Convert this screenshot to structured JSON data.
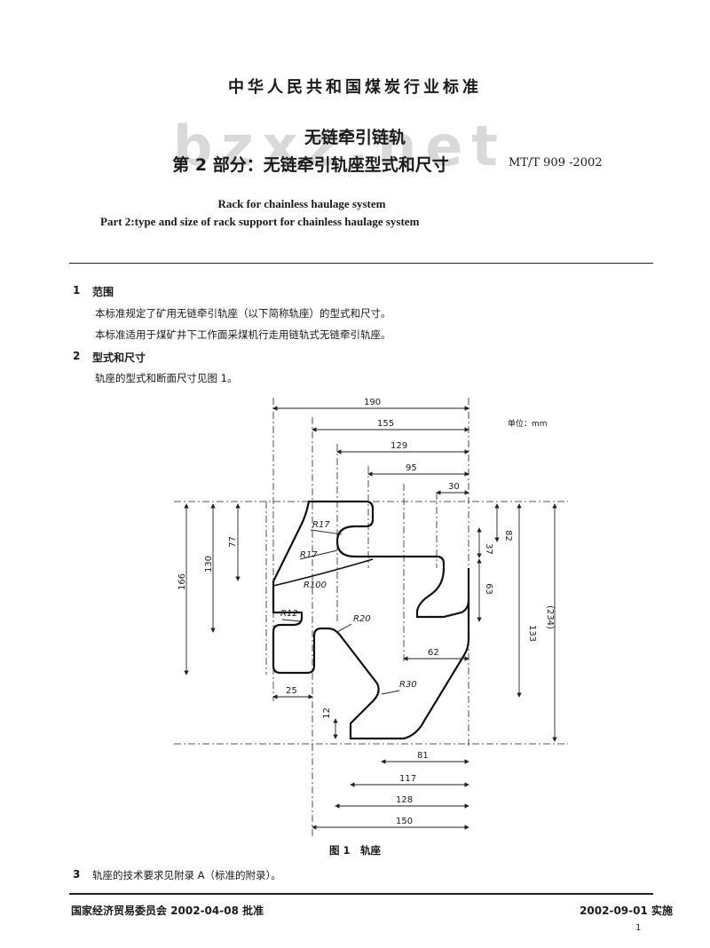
{
  "header": {
    "organization": "中华人民共和国煤炭行业标准",
    "title_zh": "无链牵引链轨",
    "subtitle_zh": "第 2 部分：无链牵引轨座型式和尺寸",
    "standard_code": "MT/T 909 -2002",
    "title_en": "Rack for chainless haulage system",
    "subtitle_en": "Part 2:type and size of rack support for chainless haulage system",
    "watermark": "bzxz.net"
  },
  "sections": {
    "s1_num": "1",
    "s1_title": "范围",
    "s1_p1": "本标准规定了矿用无链牵引轨座（以下简称轨座）的型式和尺寸。",
    "s1_p2": "本标准适用于煤矿井下工作面采煤机行走用链轨式无链牵引轨座。",
    "s2_num": "2",
    "s2_title": "型式和尺寸",
    "s2_p1": "轨座的型式和断面尺寸见图 1。",
    "s3_num": "3",
    "s3_text": "轨座的技术要求见附录 A（标准的附录）。"
  },
  "figure": {
    "unit_note": "单位：mm",
    "caption": "图 1　轨座",
    "dims_top": [
      "190",
      "155",
      "129",
      "95",
      "30"
    ],
    "dims_left": [
      "166",
      "130",
      "77"
    ],
    "dims_right": [
      "82",
      "37",
      "63",
      "133",
      "(234)",
      "62"
    ],
    "dims_bottom": [
      "25",
      "12",
      "81",
      "117",
      "128",
      "150"
    ],
    "radii": [
      "R17",
      "R17",
      "R100",
      "R12",
      "R20",
      "R30"
    ]
  },
  "footer": {
    "approval": "国家经济贸易委员会 2002-04-08 批准",
    "effective": "2002-09-01 实施",
    "page_number": "1"
  }
}
